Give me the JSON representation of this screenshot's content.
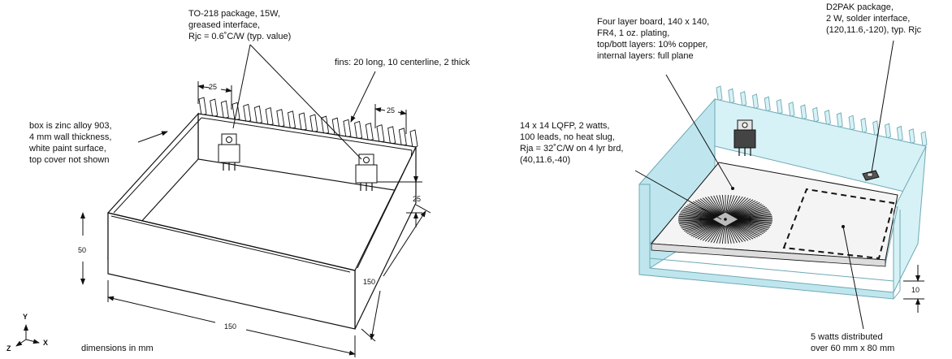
{
  "left": {
    "to218_label": [
      "TO-218 package, 15W,",
      "greased interface,",
      "Rjc = 0.6˚C/W (typ. value)"
    ],
    "fins_label": "fins: 20 long, 10 centerline, 2 thick",
    "box_label": [
      "box is zinc alloy 903,",
      "4 mm wall thickness,",
      "white paint surface,",
      "top cover not shown"
    ],
    "dim_25_top_left": "25",
    "dim_25_top_right": "25",
    "dim_25_side": "25",
    "dim_50": "50",
    "dim_150_front": "150",
    "dim_150_side": "150",
    "dimensions_note": "dimensions in mm",
    "axis_y": "Y",
    "axis_x": "X",
    "axis_z": "Z"
  },
  "right": {
    "board_label": [
      "Four layer board, 140 x 140,",
      "FR4, 1 oz. plating,",
      "top/bott layers: 10% copper,",
      "internal layers: full plane"
    ],
    "d2pak_label": [
      "D2PAK package,",
      "2 W, solder interface,",
      "(120,11.6,-120), typ. Rjc"
    ],
    "lqfp_label": [
      "14 x 14 LQFP, 2 watts,",
      "100 leads, no heat slug,",
      "Rja = 32˚C/W on 4 lyr brd,",
      "(40,11.6,-40)"
    ],
    "distributed_label": [
      "5 watts distributed",
      "over 60 mm x 80 mm"
    ],
    "dim_10": "10"
  },
  "colors": {
    "box_fill": "#ffffff",
    "right_box_fill": "#d6f2f6",
    "right_box_edge": "#9fd5df",
    "board_fill": "#f4f4f4",
    "chip_dark": "#222222"
  }
}
